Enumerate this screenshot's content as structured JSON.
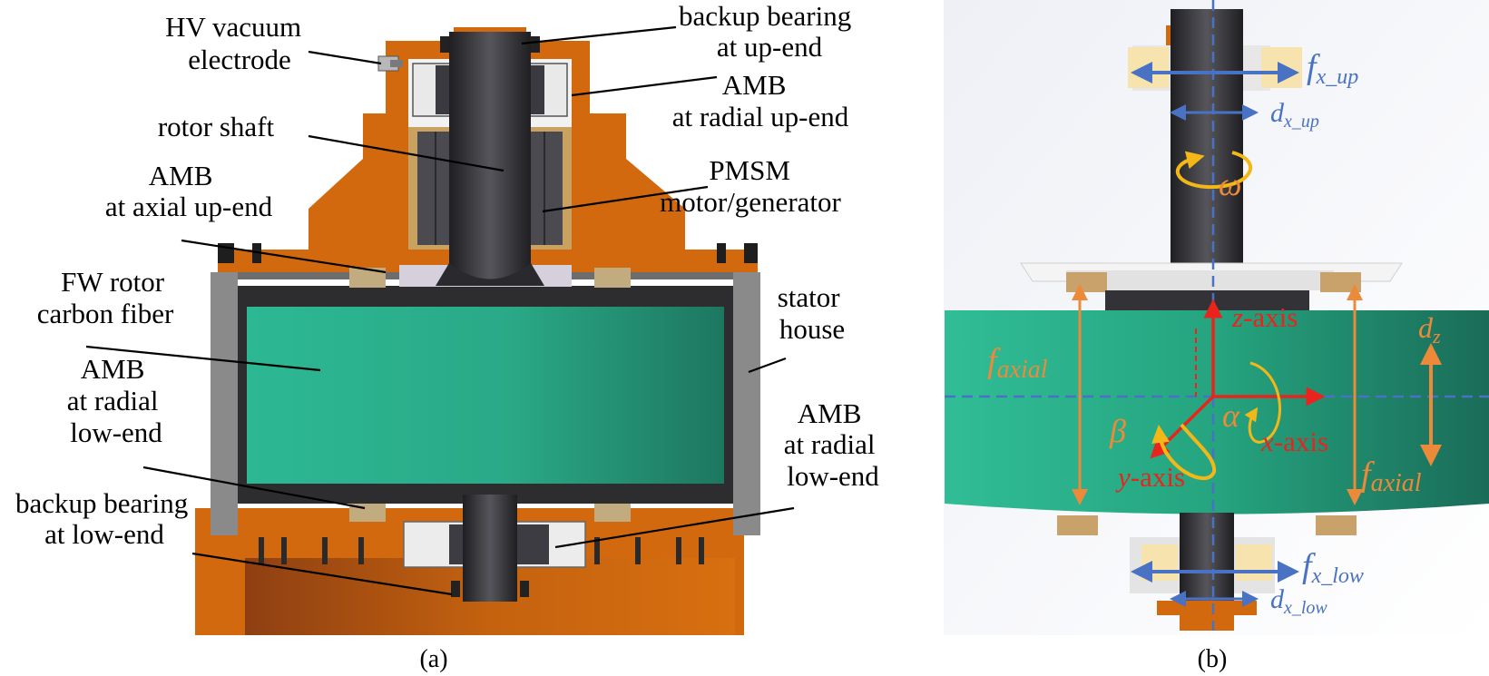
{
  "panel_a": {
    "caption": "(a)",
    "labels": {
      "hv_electrode": [
        "HV vacuum",
        "electrode"
      ],
      "backup_up": [
        "backup bearing",
        "at up-end"
      ],
      "amb_radial_up": [
        "AMB",
        "at radial up-end"
      ],
      "rotor_shaft": "rotor shaft",
      "pmsm": [
        "PMSM",
        "motor/generator"
      ],
      "amb_axial_up": [
        "AMB",
        "at axial up-end"
      ],
      "fw_rotor": [
        "FW rotor",
        "carbon fiber"
      ],
      "stator_house": [
        "stator",
        "house"
      ],
      "amb_radial_low_left": [
        "AMB",
        "at radial",
        "low-end"
      ],
      "amb_radial_low_right": [
        "AMB",
        "at radial",
        "low-end"
      ],
      "backup_low": [
        "backup bearing",
        "at low-end"
      ]
    }
  },
  "panel_b": {
    "caption": "(b)",
    "symbols": {
      "fx_up": {
        "main": "f",
        "sub": "x_up"
      },
      "dx_up": {
        "main": "d",
        "sub": "x_up"
      },
      "omega": "ω",
      "z_axis": {
        "var": "z",
        "rest": "-axis"
      },
      "x_axis": {
        "var": "x",
        "rest": "-axis"
      },
      "y_axis": {
        "var": "y",
        "rest": "-axis"
      },
      "f_axial_left": {
        "main": "f",
        "sub": "axial"
      },
      "f_axial_right": {
        "main": "f",
        "sub": "axial"
      },
      "dz": {
        "main": "d",
        "sub": "z"
      },
      "alpha": "α",
      "beta": "β",
      "fx_low": {
        "main": "f",
        "sub": "x_low"
      },
      "dx_low": {
        "main": "d",
        "sub": "x_low"
      }
    }
  },
  "colors": {
    "housing_orange": "#d2690f",
    "rotor_teal": "#2fb48f",
    "dark_steel": "#2f2f33",
    "gray_stator": "#8a8a8a",
    "tan_magnet": "#c9b48a",
    "blue_arrow": "#4a72c4",
    "orange_arrow": "#ec8a3a",
    "red_axis": "#e8241c",
    "yellow_arrow": "#f3b818"
  }
}
